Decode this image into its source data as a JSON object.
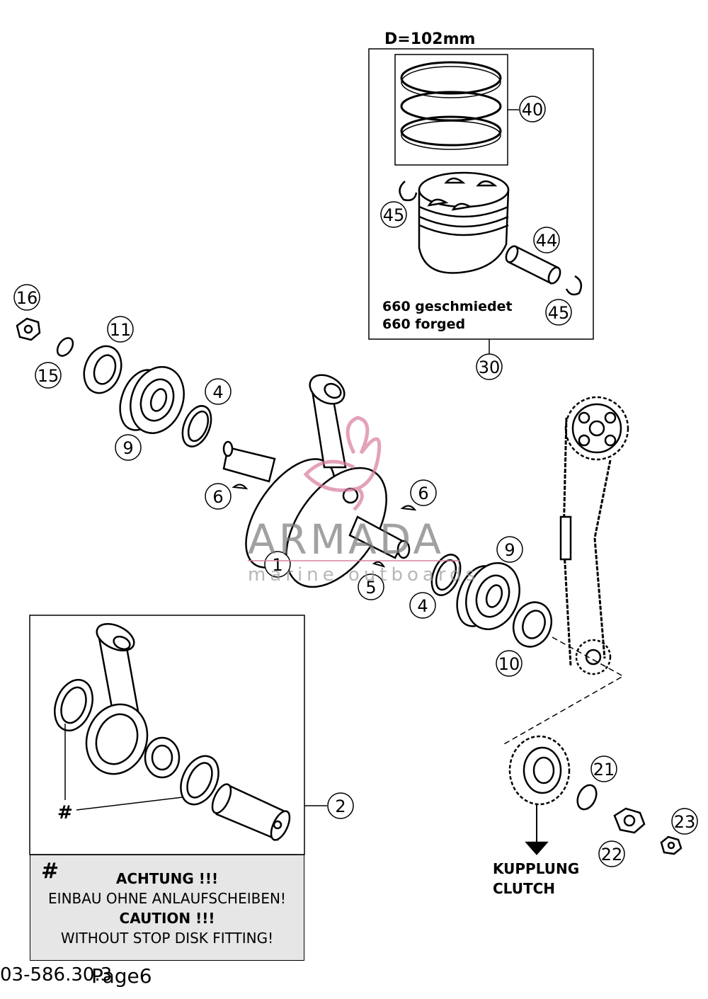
{
  "diagram": {
    "kit_title": "D=102mm",
    "kit_note_1": "660 geschmiedet",
    "kit_note_2": "660 forged",
    "clutch_label_1": "KUPPLUNG",
    "clutch_label_2": "CLUTCH",
    "hash_marker": "#",
    "callouts": [
      "1",
      "2",
      "4",
      "4",
      "5",
      "6",
      "6",
      "9",
      "9",
      "10",
      "11",
      "15",
      "16",
      "21",
      "22",
      "23",
      "30",
      "40",
      "44",
      "45",
      "45"
    ]
  },
  "caution_box": {
    "symbol": "#",
    "line1": "ACHTUNG !!!",
    "line2": "EINBAU OHNE ANLAUFSCHEIBEN!",
    "line3": "CAUTION !!!",
    "line4": "WITHOUT STOP DISK FITTING!"
  },
  "watermark": {
    "brand": "ARMADA",
    "tagline": "marine outboards",
    "color": "#d87a9e"
  },
  "footer": {
    "drawing_number": "03-586.30.3",
    "page_label": "Page6"
  }
}
